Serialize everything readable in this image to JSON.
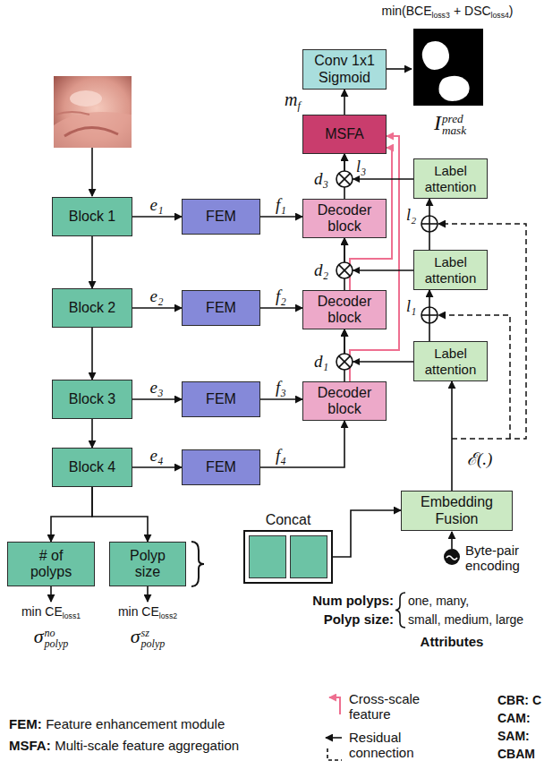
{
  "diagram": {
    "nodes": [
      {
        "text": [
          "Conv 1x1 Sigmoid"
        ]
      },
      {
        "text": [
          "MSFA"
        ]
      },
      {
        "text": [
          "Label attention"
        ]
      },
      {
        "text": [
          "Decoder block"
        ]
      },
      {
        "text": [
          "Block 1"
        ]
      },
      {
        "text": [
          "FEM"
        ]
      },
      {
        "text": [
          "Label attention"
        ]
      },
      {
        "text": [
          "Decoder block"
        ]
      },
      {
        "text": [
          "Block 2"
        ]
      },
      {
        "text": [
          "FEM"
        ]
      },
      {
        "text": [
          "Label attention"
        ]
      },
      {
        "text": [
          "Decoder block"
        ]
      },
      {
        "text": [
          "Block 3"
        ]
      },
      {
        "text": [
          "FEM"
        ]
      },
      {
        "text": [
          "Block 4"
        ]
      },
      {
        "text": [
          "FEM"
        ]
      },
      {
        "text": [
          "Embedding Fusion"
        ]
      },
      {
        "text": [
          "Concat"
        ]
      },
      {
        "text": [
          "# of polyps"
        ]
      },
      {
        "text": [
          "Polyp size"
        ]
      }
    ],
    "edges": [
      {
        "from": 7,
        "to": 1,
        "arrow": "to"
      },
      {
        "from": 11,
        "to": 1,
        "arrow": "to"
      },
      {
        "from": 1,
        "to": 0,
        "arrow": "to"
      },
      {
        "from": 3,
        "to": 1,
        "arrow": "to"
      },
      {
        "from": 2,
        "to": 1,
        "arrow": "to"
      },
      {
        "from": 7,
        "to": 3,
        "arrow": "to"
      },
      {
        "from": 6,
        "to": 3,
        "arrow": "to"
      },
      {
        "from": 11,
        "to": 7,
        "arrow": "to"
      },
      {
        "from": 10,
        "to": 7,
        "arrow": "to"
      },
      {
        "from": 4,
        "to": 5,
        "label": "e₁",
        "arrow": "to"
      },
      {
        "from": 5,
        "to": 3,
        "label": "f₁",
        "arrow": "to"
      },
      {
        "from": 8,
        "to": 9,
        "label": "e₂",
        "arrow": "to"
      },
      {
        "from": 9,
        "to": 7,
        "label": "f₂",
        "arrow": "to"
      },
      {
        "from": 12,
        "to": 13,
        "label": "e₃",
        "arrow": "to"
      },
      {
        "from": 13,
        "to": 11,
        "label": "f₃",
        "arrow": "to"
      },
      {
        "from": 14,
        "to": 15,
        "label": "e₄",
        "arrow": "to"
      },
      {
        "from": 15,
        "to": 11,
        "label": "f₄",
        "arrow": "to"
      },
      {
        "from": 4,
        "to": 8,
        "arrow": "to"
      },
      {
        "from": 8,
        "to": 12,
        "arrow": "to"
      },
      {
        "from": 12,
        "to": 14,
        "arrow": "to"
      },
      {
        "from": 14,
        "to": 18,
        "arrow": "to"
      },
      {
        "from": 14,
        "to": 19,
        "arrow": "to"
      },
      {
        "from": 10,
        "to": 6,
        "arrow": "to"
      },
      {
        "from": 6,
        "to": 2,
        "arrow": "to"
      },
      {
        "from": 16,
        "to": 10,
        "arrow": "to"
      },
      {
        "from": 17,
        "to": 16,
        "arrow": "to"
      }
    ],
    "labels": [
      "min(BCE",
      "loss3",
      "+ DSC",
      "loss4",
      ")",
      "I",
      "pred",
      "mask",
      "m",
      "f",
      "d₃",
      "d₂",
      "d₁",
      "l₃",
      "l₂",
      "l₁",
      "ℰ(.)",
      "min CE",
      "loss1",
      "σ",
      "no",
      "polyp",
      "min CE",
      "loss2",
      "σ",
      "sz",
      "polyp",
      "Byte-pair encoding",
      "Num polyps:",
      "one, many,",
      "Polyp size:",
      "small, medium, large",
      "Attributes",
      "FEM:",
      "Feature enhancement module",
      "MSFA:",
      "Multi-scale feature aggregation",
      "CBR: C",
      "CAM:",
      "SAM:",
      "CBAM"
    ],
    "legend": [
      {
        "text": "Cross-scale feature"
      },
      {
        "text": "Residual connection"
      }
    ]
  }
}
